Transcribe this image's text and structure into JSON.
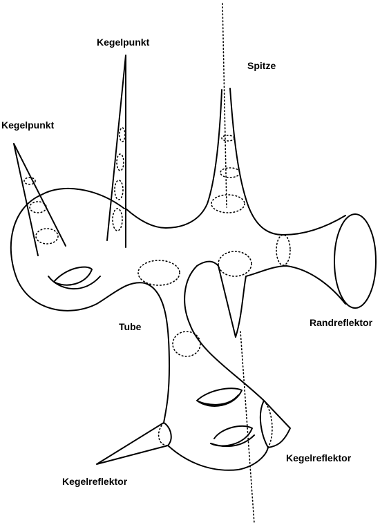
{
  "labels": {
    "kegelpunkt_top": "Kegelpunkt",
    "kegelpunkt_left": "Kegelpunkt",
    "spitze": "Spitze",
    "tube": "Tube",
    "randreflektor": "Randreflektor",
    "kegelreflektor_right": "Kegelreflektor",
    "kegelreflektor_left": "Kegelreflektor"
  }
}
